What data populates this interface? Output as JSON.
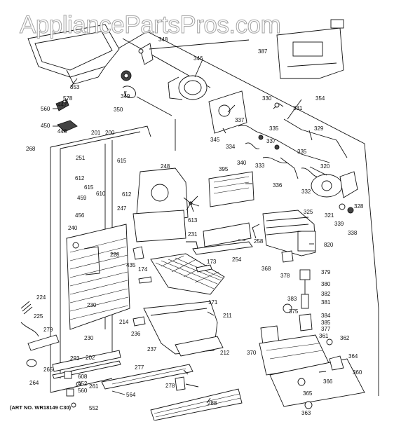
{
  "watermark": "AppliancePartsPros.com",
  "art_number": "(ART NO. WR18149 C30)",
  "labels": {
    "l346": "346",
    "l348": "348",
    "l387": "387",
    "l349": "349",
    "l353": "353",
    "l350": "350",
    "l578": "578",
    "l447": "447",
    "l560": "560",
    "l450": "450",
    "l446": "446",
    "l345": "345",
    "l354": "354",
    "l330": "330",
    "l331": "331",
    "l337a": "337",
    "l335a": "335",
    "l329": "329",
    "l334": "334",
    "l340": "340",
    "l337b": "337",
    "l333": "333",
    "l335b": "335",
    "l201": "201",
    "l200": "200",
    "l268": "268",
    "l251": "251",
    "l615a": "615",
    "l248": "248",
    "l395": "395",
    "l336": "336",
    "l320": "320",
    "l332": "332",
    "l612a": "612",
    "l615b": "615",
    "l610": "610",
    "l612b": "612",
    "l459": "459",
    "l247": "247",
    "l613": "613",
    "l325": "325",
    "l321": "321",
    "l328": "328",
    "l339": "339",
    "l338": "338",
    "l456": "456",
    "l240": "240",
    "l231": "231",
    "l258": "258",
    "l820": "820",
    "l228": "228",
    "l435": "435",
    "l174": "174",
    "l173": "173",
    "l254": "254",
    "l368": "368",
    "l378": "378",
    "l379": "379",
    "l380": "380",
    "l224": "224",
    "l230a": "230",
    "l171": "171",
    "l383": "383",
    "l382": "382",
    "l381": "381",
    "l225": "225",
    "l279": "279",
    "l214": "214",
    "l236": "236",
    "l211": "211",
    "l375": "375",
    "l384": "384",
    "l385": "385",
    "l377": "377",
    "l230b": "230",
    "l237": "237",
    "l212": "212",
    "l370": "370",
    "l361": "361",
    "l362": "362",
    "l293": "293",
    "l202": "202",
    "l265": "265",
    "l608": "608",
    "l264": "264",
    "l261": "261",
    "l277": "277",
    "l364": "364",
    "l360": "360",
    "l452": "452",
    "l278": "278",
    "l366": "366",
    "l560b": "560",
    "l564": "564",
    "l552": "552",
    "l288": "288",
    "l365": "365",
    "l363": "363"
  }
}
